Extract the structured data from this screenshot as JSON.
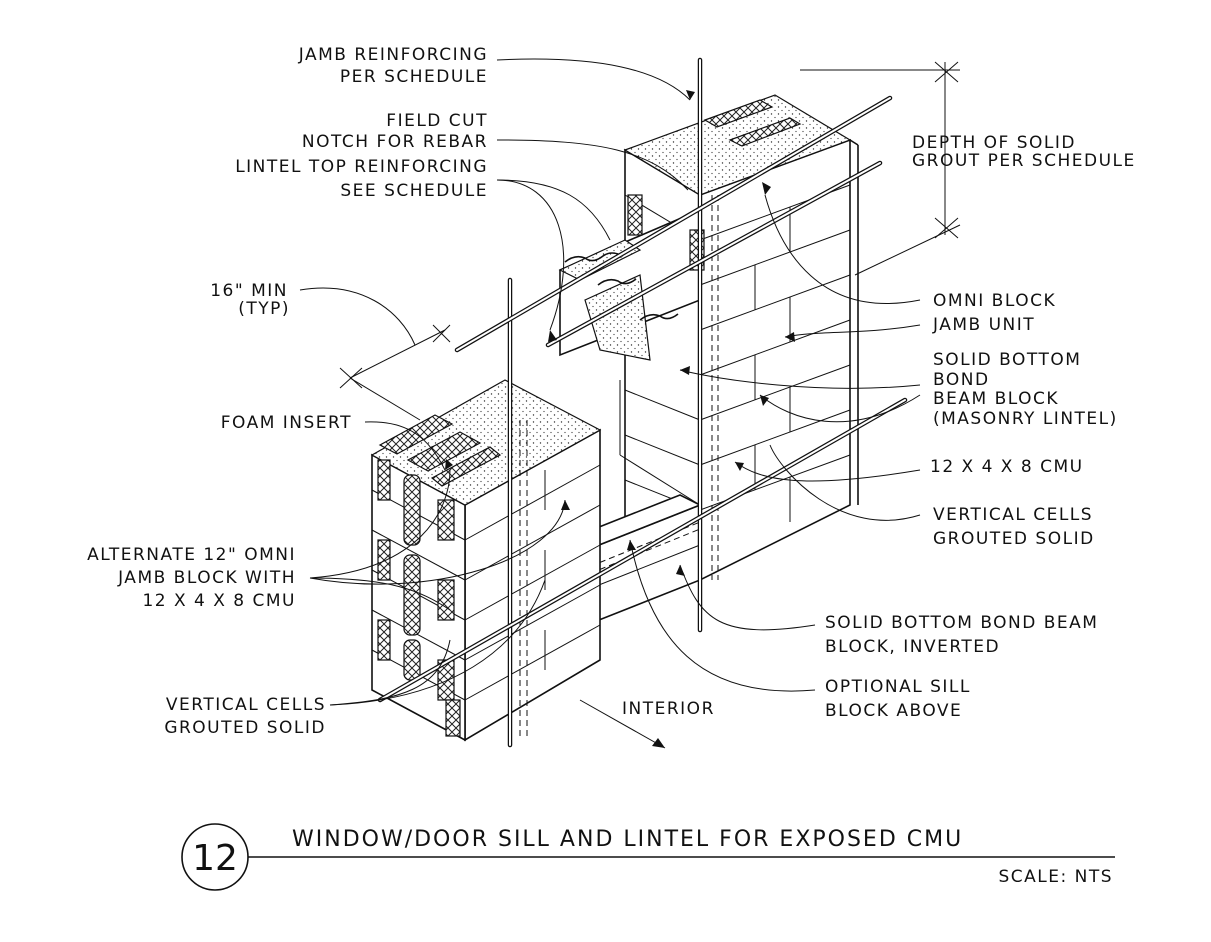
{
  "labels": {
    "jamb_reinforcing": [
      "JAMB REINFORCING",
      "PER SCHEDULE"
    ],
    "field_cut": [
      "FIELD CUT",
      "NOTCH FOR REBAR"
    ],
    "lintel_top": [
      "LINTEL TOP REINFORCING",
      "SEE SCHEDULE"
    ],
    "min_16": [
      "16\" MIN",
      "(TYP)"
    ],
    "depth_grout": [
      "DEPTH OF SOLID",
      "GROUT PER SCHEDULE"
    ],
    "omni_jamb": [
      "OMNI BLOCK",
      "JAMB UNIT"
    ],
    "solid_bottom": [
      "SOLID BOTTOM",
      "BOND",
      "BEAM BLOCK",
      "(MASONRY LINTEL)"
    ],
    "cmu_right": [
      "12 X 4 X 8 CMU"
    ],
    "vertical_right": [
      "VERTICAL CELLS",
      "GROUTED SOLID"
    ],
    "foam_insert": [
      "FOAM INSERT"
    ],
    "alternate": [
      "ALTERNATE 12\" OMNI",
      "JAMB BLOCK WITH",
      "12 X 4 X 8 CMU"
    ],
    "bond_inverted": [
      "SOLID BOTTOM BOND BEAM",
      "BLOCK, INVERTED"
    ],
    "optional_sill": [
      "OPTIONAL SILL",
      "BLOCK ABOVE"
    ],
    "vertical_left": [
      "VERTICAL CELLS",
      "GROUTED SOLID"
    ],
    "interior": [
      "INTERIOR"
    ]
  },
  "title_block": {
    "number": "12",
    "title": "WINDOW/DOOR SILL AND LINTEL FOR EXPOSED CMU",
    "scale": "SCALE: NTS"
  }
}
